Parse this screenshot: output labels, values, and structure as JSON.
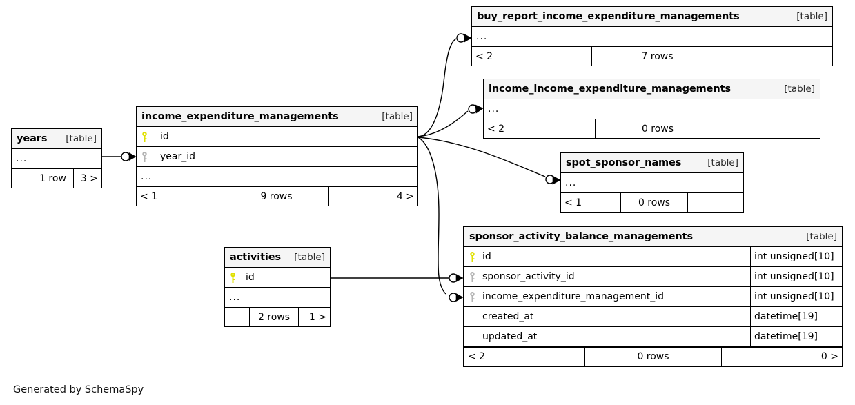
{
  "diagram": {
    "generator_text": "Generated by SchemaSpy",
    "table_tag": "[table]",
    "ellipsis": "...",
    "colors": {
      "pk_key": "#e0e000",
      "fk_key": "#b3b3b3",
      "header_bg": "#f5f5f5",
      "border": "#000000"
    }
  },
  "tables": [
    {
      "id": "years",
      "name": "years",
      "tag": "[table]",
      "columns": [],
      "has_ellipsis_row": true,
      "footer": {
        "left": "",
        "center": "1 row",
        "right": "3 >"
      }
    },
    {
      "id": "income_expenditure_managements",
      "name": "income_expenditure_managements",
      "tag": "[table]",
      "columns": [
        {
          "key": "pk",
          "name": "id",
          "type": ""
        },
        {
          "key": "fk",
          "name": "year_id",
          "type": ""
        }
      ],
      "has_ellipsis_row": true,
      "footer": {
        "left": "< 1",
        "center": "9 rows",
        "right": "4 >"
      }
    },
    {
      "id": "buy_report_income_expenditure_managements",
      "name": "buy_report_income_expenditure_managements",
      "tag": "[table]",
      "columns": [],
      "has_ellipsis_row": true,
      "footer": {
        "left": "< 2",
        "center": "7 rows",
        "right": ""
      }
    },
    {
      "id": "income_income_expenditure_managements",
      "name": "income_income_expenditure_managements",
      "tag": "[table]",
      "columns": [],
      "has_ellipsis_row": true,
      "footer": {
        "left": "< 2",
        "center": "0 rows",
        "right": ""
      }
    },
    {
      "id": "spot_sponsor_names",
      "name": "spot_sponsor_names",
      "tag": "[table]",
      "columns": [],
      "has_ellipsis_row": true,
      "footer": {
        "left": "< 1",
        "center": "0 rows",
        "right": ""
      }
    },
    {
      "id": "activities",
      "name": "activities",
      "tag": "[table]",
      "columns": [
        {
          "key": "pk",
          "name": "id",
          "type": ""
        }
      ],
      "has_ellipsis_row": true,
      "footer": {
        "left": "",
        "center": "2 rows",
        "right": "1 >"
      }
    },
    {
      "id": "sponsor_activity_balance_managements",
      "name": "sponsor_activity_balance_managements",
      "tag": "[table]",
      "focal": true,
      "columns": [
        {
          "key": "pk",
          "name": "id",
          "type": "int unsigned[10]"
        },
        {
          "key": "fk",
          "name": "sponsor_activity_id",
          "type": "int unsigned[10]"
        },
        {
          "key": "fk",
          "name": "income_expenditure_management_id",
          "type": "int unsigned[10]"
        },
        {
          "key": "none",
          "name": "created_at",
          "type": "datetime[19]"
        },
        {
          "key": "none",
          "name": "updated_at",
          "type": "datetime[19]"
        }
      ],
      "has_ellipsis_row": false,
      "footer": {
        "left": "< 2",
        "center": "0 rows",
        "right": "0 >"
      }
    }
  ],
  "relationships": [
    {
      "from": "years",
      "to": "income_expenditure_managements.year_id"
    },
    {
      "from": "income_expenditure_managements",
      "to": "buy_report_income_expenditure_managements"
    },
    {
      "from": "income_expenditure_managements",
      "to": "income_income_expenditure_managements"
    },
    {
      "from": "income_expenditure_managements",
      "to": "spot_sponsor_names"
    },
    {
      "from": "income_expenditure_managements",
      "to": "sponsor_activity_balance_managements.income_expenditure_management_id"
    },
    {
      "from": "activities",
      "to": "sponsor_activity_balance_managements.sponsor_activity_id"
    }
  ]
}
